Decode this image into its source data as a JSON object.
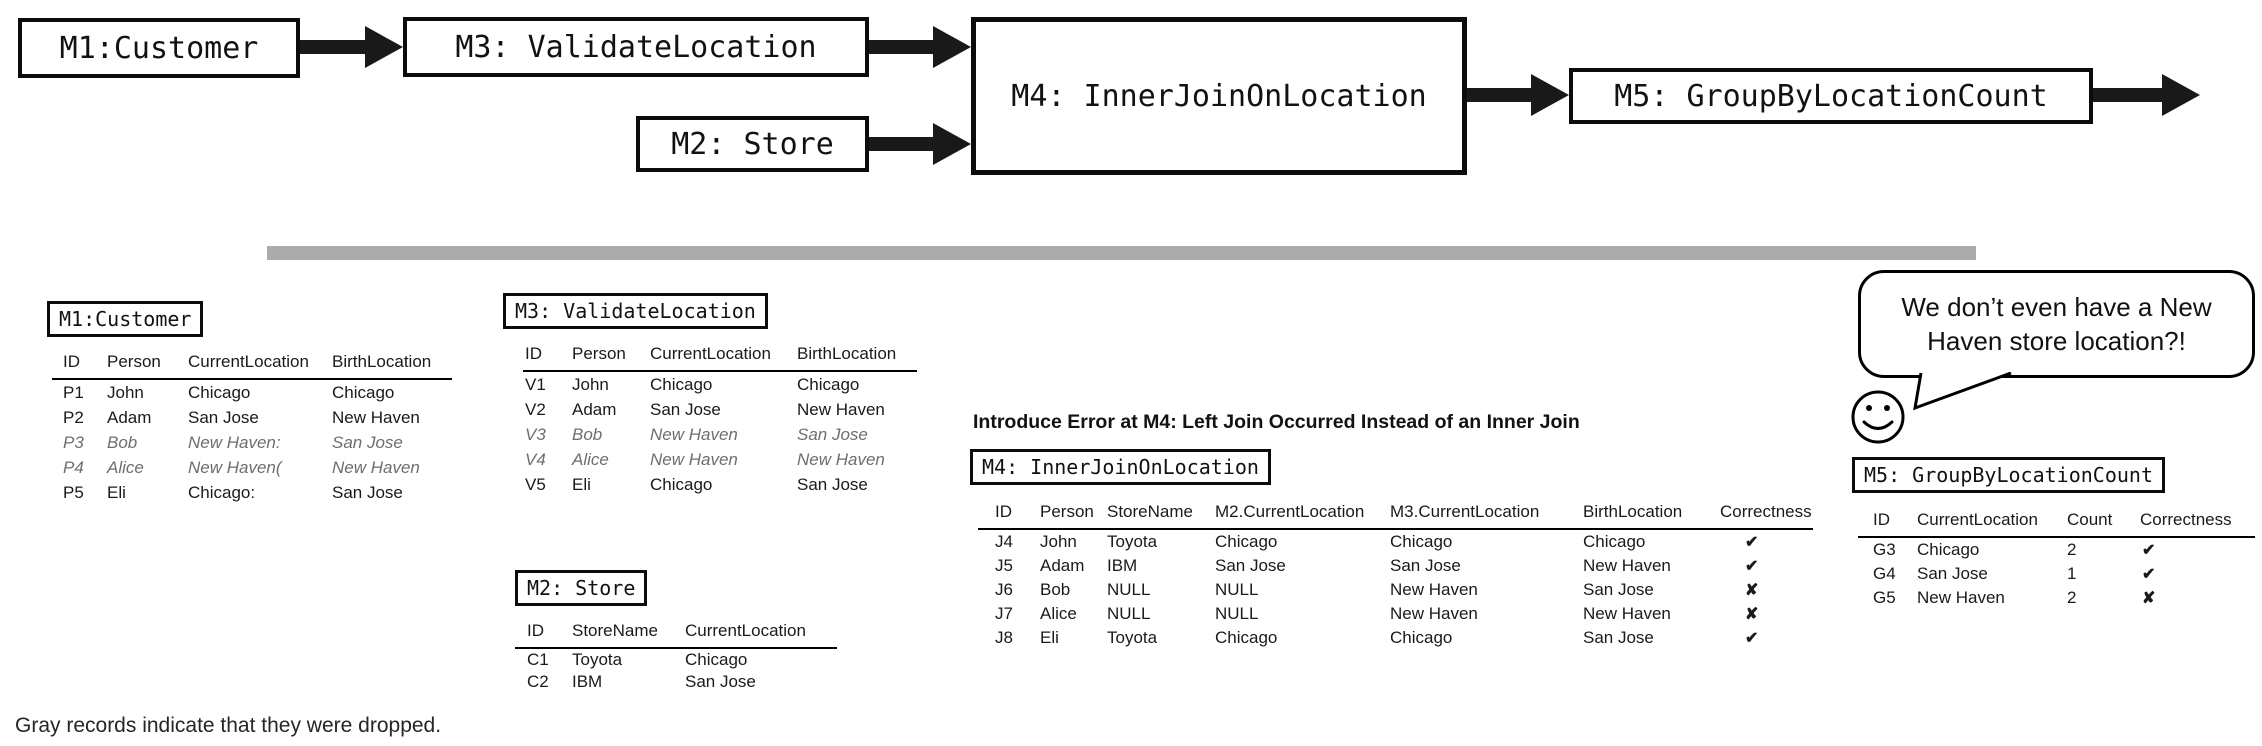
{
  "flow": {
    "m1": "M1:Customer",
    "m3": "M3: ValidateLocation",
    "m2": "M2: Store",
    "m4": "M4: InnerJoinOnLocation",
    "m5": "M5: GroupByLocationCount"
  },
  "m4_error_heading": "Introduce Error at M4: Left Join Occurred Instead of an Inner Join",
  "speech_bubble": {
    "line1": "We don’t even have a New",
    "line2": "Haven store location?!"
  },
  "note": "Gray records indicate that they were dropped.",
  "icons": {
    "smiley": "smiley-face-icon",
    "check_mark": "✔",
    "x_mark": "✘"
  },
  "colors": {
    "divider_gray": "#ababab",
    "dropped_text_gray": "#6e6e6e",
    "border_black": "#0c0c0c"
  },
  "tables": {
    "m1": {
      "label": "M1:Customer",
      "columns": [
        "ID",
        "Person",
        "CurrentLocation",
        "BirthLocation"
      ],
      "rows": [
        {
          "dropped": false,
          "cells": [
            "P1",
            "John",
            "Chicago",
            "Chicago"
          ]
        },
        {
          "dropped": false,
          "cells": [
            "P2",
            "Adam",
            "San Jose",
            "New Haven"
          ]
        },
        {
          "dropped": true,
          "cells": [
            "P3",
            "Bob",
            "New Haven:",
            "San Jose"
          ]
        },
        {
          "dropped": true,
          "cells": [
            "P4",
            "Alice",
            "New Haven(",
            "New Haven"
          ]
        },
        {
          "dropped": false,
          "cells": [
            "P5",
            "Eli",
            "Chicago:",
            "San Jose"
          ]
        }
      ]
    },
    "m3": {
      "label": "M3: ValidateLocation",
      "columns": [
        "ID",
        "Person",
        "CurrentLocation",
        "BirthLocation"
      ],
      "rows": [
        {
          "dropped": false,
          "cells": [
            "V1",
            "John",
            "Chicago",
            "Chicago"
          ]
        },
        {
          "dropped": false,
          "cells": [
            "V2",
            "Adam",
            "San Jose",
            "New Haven"
          ]
        },
        {
          "dropped": true,
          "cells": [
            "V3",
            "Bob",
            "New Haven",
            "San Jose"
          ]
        },
        {
          "dropped": true,
          "cells": [
            "V4",
            "Alice",
            "New Haven",
            "New Haven"
          ]
        },
        {
          "dropped": false,
          "cells": [
            "V5",
            "Eli",
            "Chicago",
            "San Jose"
          ]
        }
      ]
    },
    "m2": {
      "label": "M2: Store",
      "columns": [
        "ID",
        "StoreName",
        "CurrentLocation"
      ],
      "rows": [
        {
          "dropped": false,
          "cells": [
            "C1",
            "Toyota",
            "Chicago"
          ]
        },
        {
          "dropped": false,
          "cells": [
            "C2",
            "IBM",
            "San Jose"
          ]
        }
      ]
    },
    "m4": {
      "label": "M4: InnerJoinOnLocation",
      "columns": [
        "ID",
        "Person",
        "StoreName",
        "M2.CurrentLocation",
        "M3.CurrentLocation",
        "BirthLocation",
        "Correctness"
      ],
      "rows": [
        {
          "dropped": false,
          "cells": [
            "J4",
            "John",
            "Toyota",
            "Chicago",
            "Chicago",
            "Chicago",
            "✔"
          ]
        },
        {
          "dropped": false,
          "cells": [
            "J5",
            "Adam",
            "IBM",
            "San Jose",
            "San Jose",
            "New Haven",
            "✔"
          ]
        },
        {
          "dropped": false,
          "cells": [
            "J6",
            "Bob",
            "NULL",
            "NULL",
            "New Haven",
            "San Jose",
            "✘"
          ]
        },
        {
          "dropped": false,
          "cells": [
            "J7",
            "Alice",
            "NULL",
            "NULL",
            "New Haven",
            "New Haven",
            "✘"
          ]
        },
        {
          "dropped": false,
          "cells": [
            "J8",
            "Eli",
            "Toyota",
            "Chicago",
            "Chicago",
            "San Jose",
            "✔"
          ]
        }
      ]
    },
    "m5": {
      "label": "M5: GroupByLocationCount",
      "columns": [
        "ID",
        "CurrentLocation",
        "Count",
        "Correctness"
      ],
      "rows": [
        {
          "dropped": false,
          "cells": [
            "G3",
            "Chicago",
            "2",
            "✔"
          ]
        },
        {
          "dropped": false,
          "cells": [
            "G4",
            "San Jose",
            "1",
            "✔"
          ]
        },
        {
          "dropped": false,
          "cells": [
            "G5",
            "New Haven",
            "2",
            "✘"
          ]
        }
      ]
    }
  }
}
